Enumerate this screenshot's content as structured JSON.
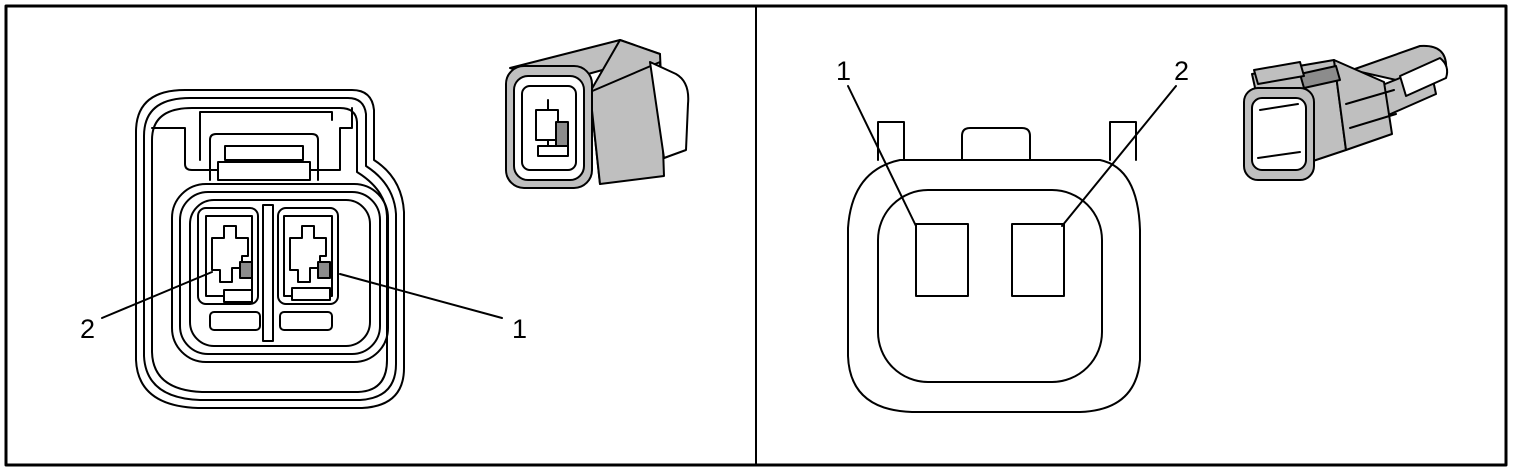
{
  "diagram": {
    "panels": [
      {
        "name": "harness-connector-face-view",
        "callouts": [
          {
            "label": "2",
            "terminal": "2"
          },
          {
            "label": "1",
            "terminal": "1"
          }
        ]
      },
      {
        "name": "component-connector-face-view",
        "callouts": [
          {
            "label": "1",
            "terminal": "1"
          },
          {
            "label": "2",
            "terminal": "2"
          }
        ]
      }
    ],
    "colors": {
      "line": "#000000",
      "shade": "#bfbfbf",
      "dark_shade": "#8c8c8c",
      "background": "#ffffff"
    }
  }
}
